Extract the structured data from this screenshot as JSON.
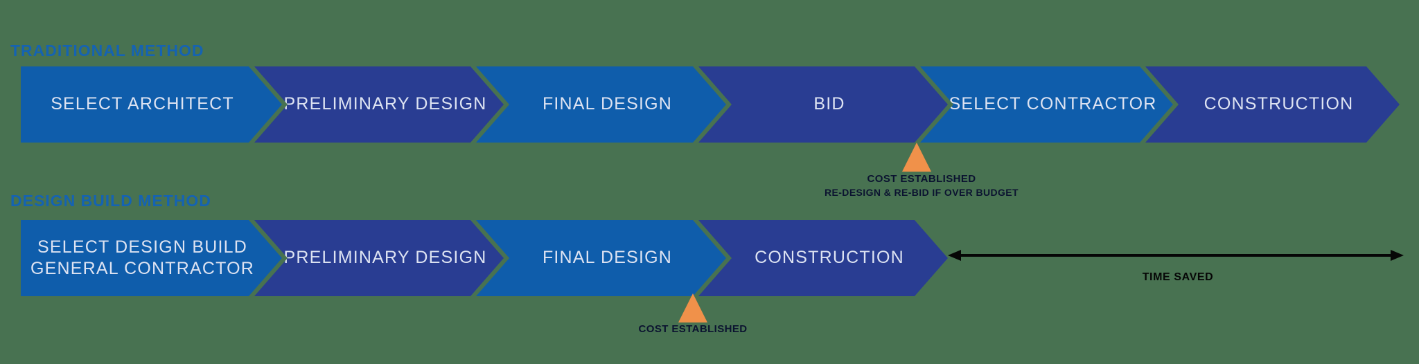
{
  "colors": {
    "background": "#487251",
    "chevron_light_blue": "#0f5dab",
    "chevron_dark_blue": "#293d92",
    "title_blue": "#1563b2",
    "chevron_text": "#dde3f2",
    "milestone_orange": "#f0914a",
    "annotation_text": "#0b1330",
    "arrow_black": "#060606"
  },
  "traditional": {
    "title": "TRADITIONAL METHOD",
    "steps": [
      {
        "label": "SELECT ARCHITECT",
        "tone": "light"
      },
      {
        "label": "PRELIMINARY DESIGN",
        "tone": "dark"
      },
      {
        "label": "FINAL DESIGN",
        "tone": "light"
      },
      {
        "label": "BID",
        "tone": "dark"
      },
      {
        "label": "SELECT CONTRACTOR",
        "tone": "light"
      },
      {
        "label": "CONSTRUCTION",
        "tone": "dark"
      }
    ],
    "milestone": {
      "line1": "COST ESTABLISHED",
      "line2": "RE-DESIGN & RE-BID IF OVER BUDGET"
    }
  },
  "design_build": {
    "title": "DESIGN BUILD METHOD",
    "steps": [
      {
        "line1": "SELECT DESIGN BUILD",
        "line2": "GENERAL CONTRACTOR",
        "tone": "light"
      },
      {
        "label": "PRELIMINARY DESIGN",
        "tone": "dark"
      },
      {
        "label": "FINAL DESIGN",
        "tone": "light"
      },
      {
        "label": "CONSTRUCTION",
        "tone": "dark"
      }
    ],
    "milestone": {
      "line1": "COST ESTABLISHED"
    },
    "time_saved_label": "TIME SAVED"
  }
}
